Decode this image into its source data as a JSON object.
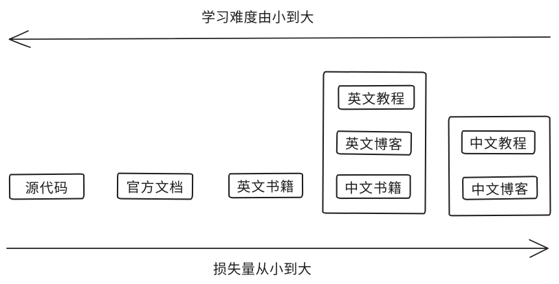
{
  "colors": {
    "ink": "#1e1e1e",
    "background": "#ffffff"
  },
  "axes": {
    "top": {
      "label": "学习难度由小到大",
      "direction": "left"
    },
    "bottom": {
      "label": "损失量从小到大",
      "direction": "right"
    }
  },
  "boxes": [
    {
      "label": "源代码"
    },
    {
      "label": "官方文档"
    },
    {
      "label": "英文书籍"
    }
  ],
  "groups": [
    {
      "items": [
        {
          "label": "英文教程"
        },
        {
          "label": "英文博客"
        },
        {
          "label": "中文书籍"
        }
      ]
    },
    {
      "items": [
        {
          "label": "中文教程"
        },
        {
          "label": "中文博客"
        }
      ]
    }
  ]
}
